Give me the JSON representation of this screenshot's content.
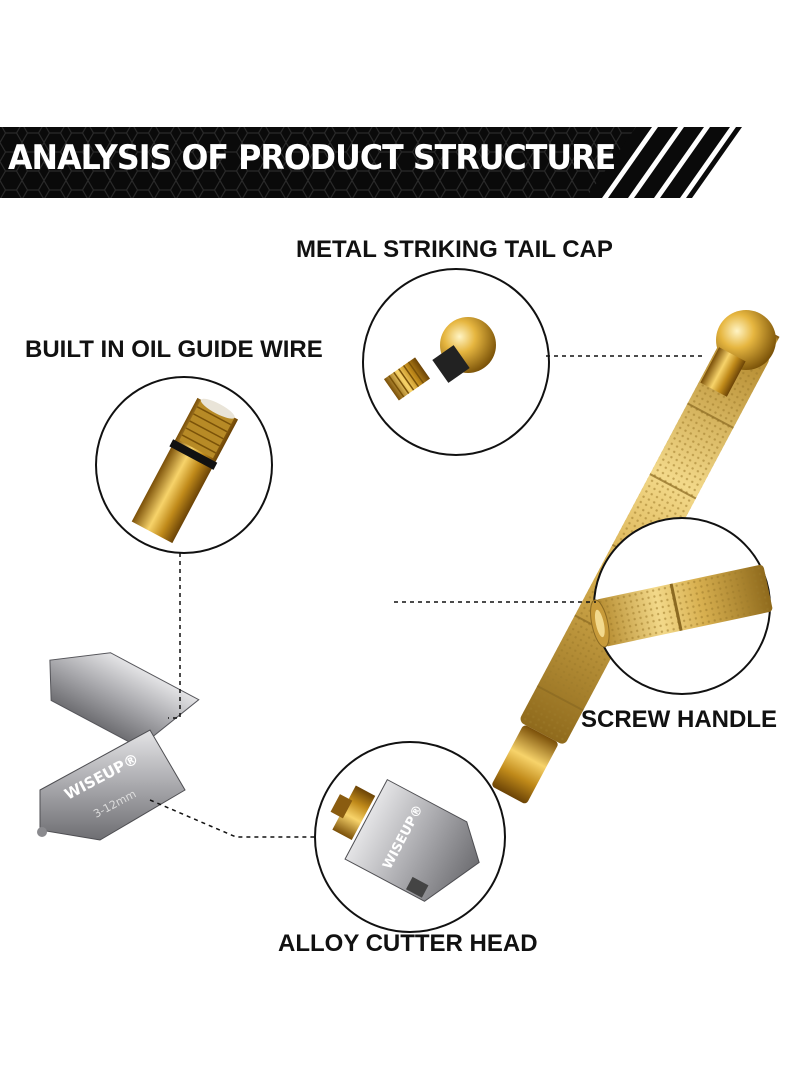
{
  "banner": {
    "title": "ANALYSIS OF PRODUCT STRUCTURE",
    "bg_color": "#0a0a0a",
    "text_color": "#ffffff"
  },
  "callouts": {
    "tail_cap": "METAL STRIKING TAIL CAP",
    "oil_wire": "BUILT IN OIL GUIDE WIRE",
    "handle": "SCREW HANDLE",
    "cutter_head": "ALLOY CUTTER HEAD"
  },
  "cutter_marking": {
    "brand": "WISEUP®",
    "size": "3-12mm"
  },
  "colors": {
    "gold": "#d9b85a",
    "silver": "#a8a8ab"
  }
}
